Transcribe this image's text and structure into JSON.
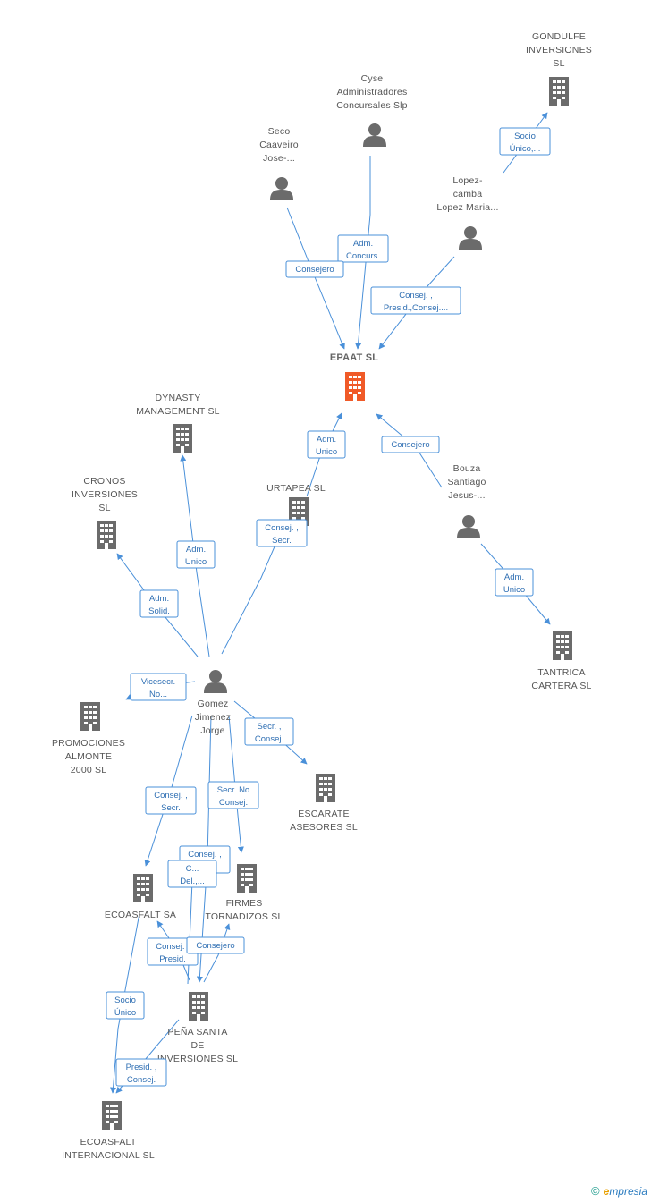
{
  "colors": {
    "company": "#6b6b6b",
    "main_company": "#f05a28",
    "person": "#6b6b6b",
    "edge": "#4a90d9",
    "edge_text": "#2f6fb3"
  },
  "nodes": [
    {
      "id": "gondulfe",
      "type": "company",
      "lines": [
        "GONDULFE",
        "INVERSIONES",
        "SL"
      ]
    },
    {
      "id": "cyse",
      "type": "person",
      "lines": [
        "Cyse",
        "Administradores",
        "Concursales Slp"
      ]
    },
    {
      "id": "seco",
      "type": "person",
      "lines": [
        "Seco",
        "Caaveiro",
        "Jose-..."
      ]
    },
    {
      "id": "lopez",
      "type": "person",
      "lines": [
        "Lopez-",
        "camba",
        "Lopez Maria..."
      ]
    },
    {
      "id": "epaat",
      "type": "main",
      "lines": [
        "EPAAT SL"
      ]
    },
    {
      "id": "dynasty",
      "type": "company",
      "lines": [
        "DYNASTY",
        "MANAGEMENT SL"
      ]
    },
    {
      "id": "cronos",
      "type": "company",
      "lines": [
        "CRONOS",
        "INVERSIONES",
        "SL"
      ]
    },
    {
      "id": "urtapea",
      "type": "company",
      "lines": [
        "URTAPEA SL"
      ]
    },
    {
      "id": "bouza",
      "type": "person",
      "lines": [
        "Bouza",
        "Santiago",
        "Jesus-..."
      ]
    },
    {
      "id": "tantrica",
      "type": "company",
      "lines": [
        "TANTRICA",
        "CARTERA SL"
      ]
    },
    {
      "id": "gomez",
      "type": "person",
      "lines": [
        "Gomez",
        "Jimenez",
        "Jorge"
      ]
    },
    {
      "id": "promociones",
      "type": "company",
      "lines": [
        "PROMOCIONES",
        "ALMONTE",
        "2000 SL"
      ]
    },
    {
      "id": "escarate",
      "type": "company",
      "lines": [
        "ESCARATE",
        "ASESORES SL"
      ]
    },
    {
      "id": "ecoasfalt",
      "type": "company",
      "lines": [
        "ECOASFALT SA"
      ]
    },
    {
      "id": "firmes",
      "type": "company",
      "lines": [
        "FIRMES",
        "TORNADIZOS SL"
      ]
    },
    {
      "id": "pena",
      "type": "company",
      "lines": [
        "PEÑA SANTA",
        "DE",
        "INVERSIONES SL"
      ]
    },
    {
      "id": "ecoint",
      "type": "company",
      "lines": [
        "ECOASFALT",
        "INTERNACIONAL SL"
      ]
    }
  ],
  "edges": [
    {
      "from": "lopez",
      "to": "gondulfe",
      "label": [
        "Socio",
        "Único,..."
      ]
    },
    {
      "from": "cyse",
      "to": "epaat",
      "label": [
        "Adm.",
        "Concurs."
      ]
    },
    {
      "from": "seco",
      "to": "epaat",
      "label": [
        "Consejero"
      ]
    },
    {
      "from": "lopez",
      "to": "epaat",
      "label": [
        "Consej. ,",
        "Presid.,Consej...."
      ]
    },
    {
      "from": "urtapea",
      "to": "epaat",
      "label": [
        "Adm.",
        "Unico"
      ]
    },
    {
      "from": "bouza",
      "to": "epaat",
      "label": [
        "Consejero"
      ]
    },
    {
      "from": "bouza",
      "to": "tantrica",
      "label": [
        "Adm.",
        "Unico"
      ]
    },
    {
      "from": "gomez",
      "to": "dynasty",
      "label": [
        "Adm.",
        "Unico"
      ]
    },
    {
      "from": "gomez",
      "to": "cronos",
      "label": [
        "Adm.",
        "Solid."
      ]
    },
    {
      "from": "gomez",
      "to": "urtapea",
      "label": [
        "Consej. ,",
        "Secr."
      ]
    },
    {
      "from": "gomez",
      "to": "promociones",
      "label": [
        "Vicesecr.",
        "No..."
      ]
    },
    {
      "from": "gomez",
      "to": "escarate",
      "label": [
        "Secr. ,",
        "Consej."
      ]
    },
    {
      "from": "gomez",
      "to": "ecoasfalt",
      "label": [
        "Consej. ,",
        "Secr."
      ]
    },
    {
      "from": "gomez",
      "to": "firmes",
      "label": [
        "Secr. No",
        "Consej."
      ]
    },
    {
      "from": "gomez",
      "to": "pena",
      "label": [
        "Consej. ,",
        "Secr."
      ]
    },
    {
      "from": "pena",
      "to": "ecoasfalt",
      "label": [
        "Consej. ,",
        "Presid."
      ]
    },
    {
      "from": "pena",
      "to": "firmes",
      "label": [
        "Consejero"
      ]
    },
    {
      "from": "pena",
      "to": "firmes",
      "label": [
        "C...",
        "Del.,..."
      ]
    },
    {
      "from": "ecoasfalt",
      "to": "ecoint",
      "label": [
        "Socio",
        "Único"
      ]
    },
    {
      "from": "pena",
      "to": "ecoint",
      "label": [
        "Presid. ,",
        "Consej."
      ]
    }
  ],
  "brand": {
    "copyright": "©",
    "e": "e",
    "rest": "mpresia"
  }
}
